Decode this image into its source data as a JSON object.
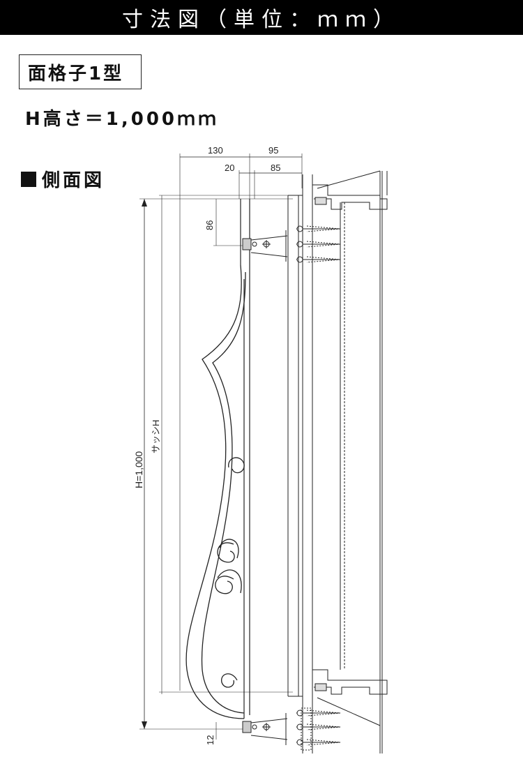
{
  "header": {
    "title": "寸法図（単位：ｍｍ）"
  },
  "type_label": "面格子1型",
  "height_label": "H高さ＝1,000ｍｍ",
  "view_label": "側面図",
  "dimensions": {
    "top_width_1": "130",
    "top_width_2": "95",
    "top_sub_1": "20",
    "top_sub_2": "85",
    "bracket_vertical": "86",
    "overall_height": "H=1,000",
    "sash_height": "サッシH",
    "bottom_offset": "12"
  },
  "colors": {
    "line": "#222222",
    "header_bg": "#000000",
    "header_text": "#ffffff"
  }
}
